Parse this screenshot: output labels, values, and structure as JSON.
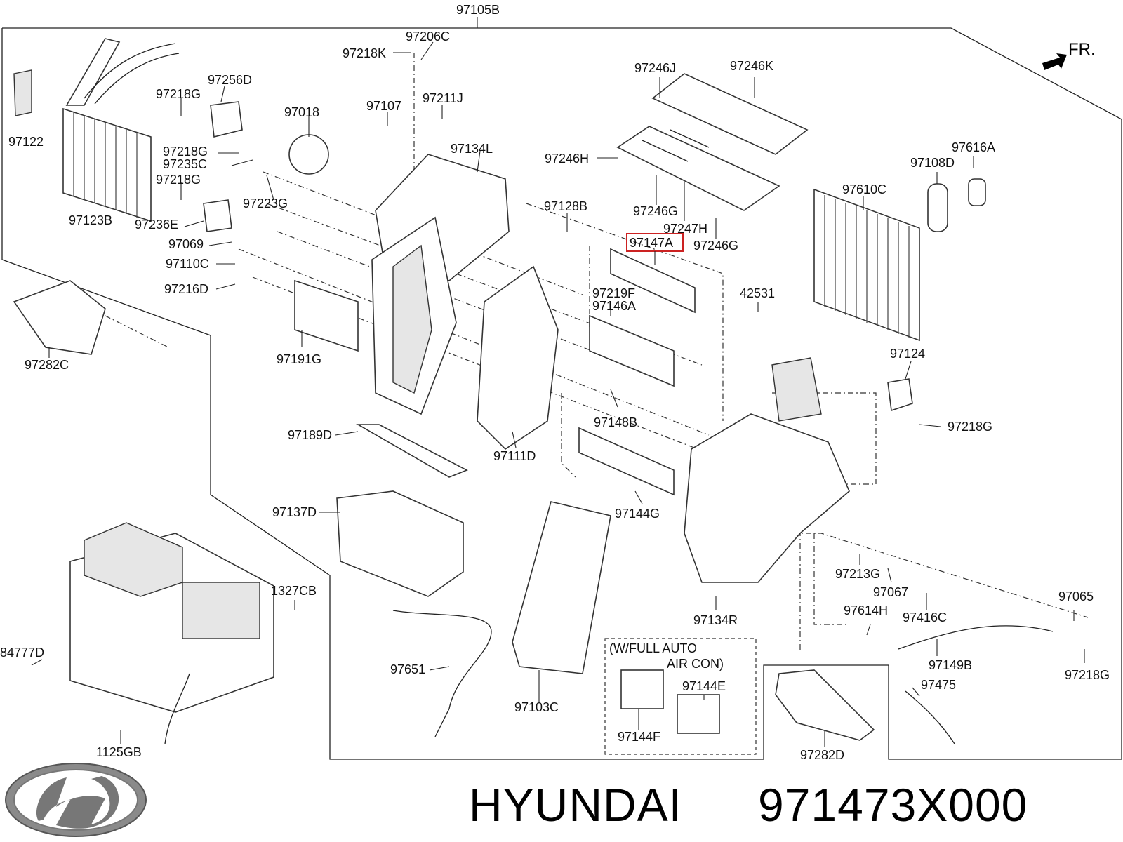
{
  "brand": {
    "name": "HYUNDAI",
    "part_number": "971473X000",
    "logo_icon": "hyundai-logo-icon"
  },
  "orientation": {
    "label": "FR."
  },
  "highlight_color": "#cc2222",
  "note": {
    "line1": "(W/FULL AUTO",
    "line2": "AIR CON)"
  },
  "labels": {
    "97105B": "97105B",
    "97206C": "97206C",
    "97218K": "97218K",
    "97256D": "97256D",
    "97218G_a": "97218G",
    "97018": "97018",
    "97107": "97107",
    "97211J": "97211J",
    "97122": "97122",
    "97218G_b": "97218G",
    "97235C": "97235C",
    "97134L": "97134L",
    "97218G_c": "97218G",
    "97223G": "97223G",
    "97123B": "97123B",
    "97236E": "97236E",
    "97069": "97069",
    "97110C": "97110C",
    "97216D": "97216D",
    "97246J": "97246J",
    "97246K": "97246K",
    "97246H": "97246H",
    "97128B": "97128B",
    "97246G_a": "97246G",
    "97247H": "97247H",
    "97147A": "97147A",
    "97246G_b": "97246G",
    "97108D": "97108D",
    "97616A": "97616A",
    "97610C": "97610C",
    "42531": "42531",
    "97219F": "97219F",
    "97146A": "97146A",
    "97282C_a": "97282C",
    "97191G": "97191G",
    "97124": "97124",
    "97148B": "97148B",
    "97218G_d": "97218G",
    "97189D": "97189D",
    "97111D": "97111D",
    "97137D": "97137D",
    "97144G": "97144G",
    "97213G": "97213G",
    "97067": "97067",
    "1327CB": "1327CB",
    "97134R": "97134R",
    "97065": "97065",
    "97614H": "97614H",
    "97416C": "97416C",
    "84777D": "84777D",
    "97144E": "97144E",
    "97149B": "97149B",
    "97651": "97651",
    "97218G_e": "97218G",
    "97103C": "97103C",
    "97475": "97475",
    "97144F": "97144F",
    "1125GB": "1125GB",
    "97282D": "97282D"
  }
}
